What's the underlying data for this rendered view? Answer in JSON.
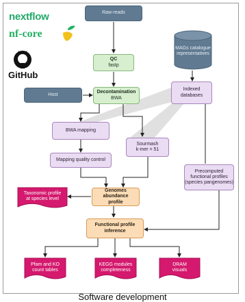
{
  "logos": {
    "nextflow": "nextflow",
    "nfcore": "nf-core",
    "github": "GitHub"
  },
  "nodes": {
    "raw_reads": "Raw-reads",
    "qc_title": "QC",
    "qc_sub": "fastp",
    "host": "Host",
    "decon_title": "Decontamination",
    "decon_sub": "BWA",
    "mags_line1": "MAGs catalogue",
    "mags_line2": "representatives",
    "indexed_line1": "Indexed",
    "indexed_line2": "databases",
    "bwa_mapping": "BWA mapping",
    "sourmash_line1": "Sourmash",
    "sourmash_line2": "k-mer = 51",
    "mapping_qc": "Mapping quality control",
    "precomputed_line1": "Precomputed",
    "precomputed_line2": "functional profiles",
    "precomputed_line3": "(species pangenomes)",
    "taxo_line1": "Taxonomic profile",
    "taxo_line2": "at species level",
    "genomes_line1": "Genomes abundance",
    "genomes_line2": "profile",
    "functional_line1": "Functional profile",
    "functional_line2": "inference",
    "pfam_line1": "Pfam and KO",
    "pfam_line2": "count tables",
    "kegg_line1": "KEGG modules",
    "kegg_line2": "completeness",
    "dram_line1": "DRAM",
    "dram_line2": "visuals"
  },
  "caption": "Software development",
  "colors": {
    "slate": "#5f7a91",
    "green": "#d7efcf",
    "lilac": "#eadcf2",
    "peach": "#fbdcb7",
    "magenta": "#d4196e",
    "nextflow_green": "#22a96b",
    "nfcore_green": "#24b064"
  }
}
